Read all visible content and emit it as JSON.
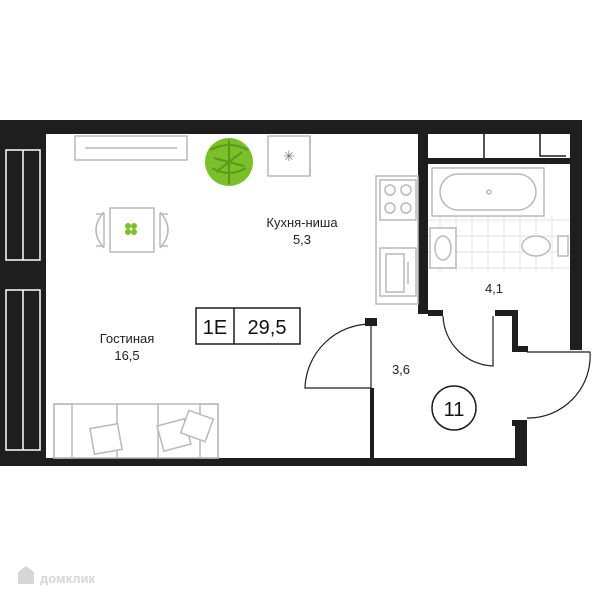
{
  "plan": {
    "apartment_type": "1E",
    "total_area": "29,5",
    "apartment_number": "11",
    "rooms": {
      "kitchen": {
        "name": "Кухня-ниша",
        "area": "5,3"
      },
      "living": {
        "name": "Гостиная",
        "area": "16,5"
      },
      "bathroom": {
        "area": "4,1"
      },
      "hallway": {
        "area": "3,6"
      }
    },
    "colors": {
      "wall": "#1e1e1e",
      "furniture_stroke": "#b9b9b9",
      "plant": "#7bbf2a",
      "tile": "#e3e3e3"
    }
  },
  "watermark": {
    "text": "домклик"
  }
}
